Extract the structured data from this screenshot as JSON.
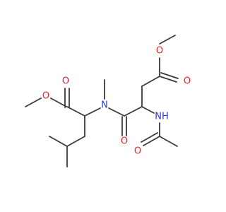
{
  "molecule": {
    "atoms": [
      {
        "id": "O1",
        "label": "O",
        "color": "#e8222a"
      },
      {
        "id": "O2",
        "label": "O",
        "color": "#e8222a"
      },
      {
        "id": "O3",
        "label": "O",
        "color": "#e8222a"
      },
      {
        "id": "O4",
        "label": "O",
        "color": "#e8222a"
      },
      {
        "id": "O5",
        "label": "O",
        "color": "#e8222a"
      },
      {
        "id": "O6",
        "label": "O",
        "color": "#e8222a"
      },
      {
        "id": "N1",
        "label": "N",
        "color": "#2a37d6"
      },
      {
        "id": "N2",
        "label": "NH",
        "color": "#2a37d6"
      }
    ],
    "bond_color": "#3a3a3a"
  }
}
